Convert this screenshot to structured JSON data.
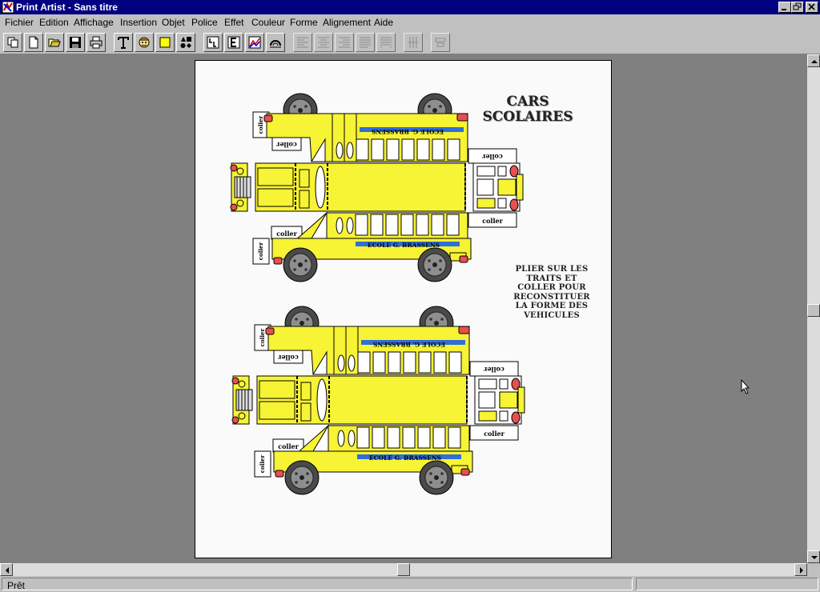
{
  "window": {
    "title": "Print Artist - Sans titre"
  },
  "menu": [
    "Fichier",
    "Edition",
    "Affichage",
    "Insertion",
    "Objet",
    "Police",
    "Effet",
    "Couleur",
    "Forme",
    "Alignement",
    "Aide"
  ],
  "document": {
    "title_lines": [
      "CARS",
      "SCOLAIRES"
    ],
    "instruction_lines": [
      "PLIER SUR LES",
      "TRAITS ET",
      "COLLER POUR",
      "RECONSTITUER",
      "LA FORME DES",
      "VEHICULES"
    ],
    "glue_label": "coller",
    "bus_side_text": "ECOLE G. BRASSENS"
  },
  "status": {
    "text": "Prêt"
  },
  "colors": {
    "titlebar": "#000080",
    "workspace": "#808080",
    "bus_yellow": "#f7f335",
    "window_blue": "#2e6fd8"
  },
  "icons": [
    "copy-icon",
    "new-document-icon",
    "open-folder-icon",
    "save-icon",
    "print-icon",
    "text-tool-icon",
    "clipart-face-icon",
    "yellow-rectangle-icon",
    "shapes-icon",
    "vertical-text-icon",
    "font-e-icon",
    "chart-icon",
    "arc-text-icon",
    "align-left-icon",
    "align-center-icon",
    "align-right-icon",
    "justify-icon",
    "full-justify-icon",
    "vertical-align-icon",
    "horizontal-align-icon"
  ]
}
